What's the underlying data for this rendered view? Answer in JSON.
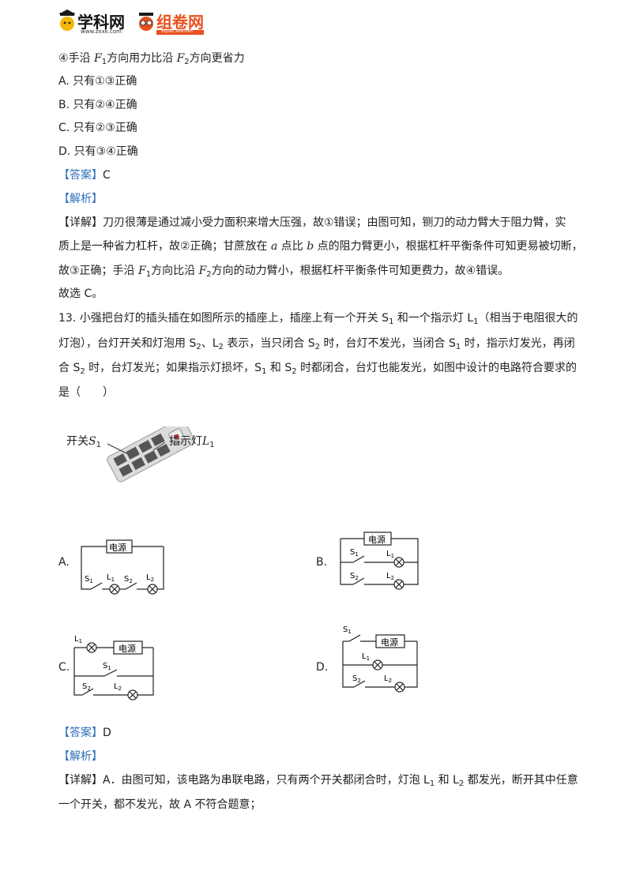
{
  "header": {
    "logo1_name": "学科网",
    "logo1_url": "www.zxxk.com",
    "logo2_name": "组卷网",
    "logo2_url": "zujuan.xkw.com"
  },
  "q12_tail": {
    "statement4": [
      "④手沿 ",
      "F",
      "1",
      "方向用力比沿 ",
      "F",
      "2",
      "方向更省力"
    ],
    "options": [
      "A. 只有①③正确",
      "B. 只有②④正确",
      "C. 只有②③正确",
      "D. 只有③④正确"
    ],
    "answer_label": "【答案】",
    "answer_value": "C",
    "analysis_label": "【解析】",
    "detail_label": "【详解】",
    "detail_line1_a": "刀刃很薄是通过减小受力面积来增大压强，故①错误；由图可知，铡刀的动力臂大于阻力臂，实",
    "detail_line2_a": "质上是一种省力杠杆，故②正确；甘蔗放在 ",
    "detail_line2_a_var": "a",
    "detail_line2_b": " 点比 ",
    "detail_line2_b_var": "b",
    "detail_line2_c": " 点的阻力臂更小，根据杠杆平衡条件可知更易被切断，",
    "detail_line3_a": "故③正确；手沿 ",
    "detail_line3_F": "F",
    "detail_line3_1": "1",
    "detail_line3_b": "方向比沿 ",
    "detail_line3_2": "2",
    "detail_line3_c": "方向的动力臂小，根据杠杆平衡条件可知更费力，故④错误。",
    "conclusion": "故选 C。"
  },
  "q13": {
    "line1_a": "13. 小强把台灯的插头插在如图所示的插座上，插座上有一个开关 S",
    "line1_sub1": "1",
    "line1_b": " 和一个指示灯 L",
    "line1_sub2": "1",
    "line1_c": "（相当于电阻很大的",
    "line2_a": "灯泡），台灯开关和灯泡用 S",
    "line2_sub1": "2",
    "line2_b": "、L",
    "line2_sub2": "2",
    "line2_c": " 表示，当只闭合 S",
    "line2_sub3": "2",
    "line2_d": " 时，台灯不发光，当闭合 S",
    "line2_sub4": "1",
    "line2_e": " 时，指示灯发光，再闭",
    "line3_a": "合 S",
    "line3_sub1": "2",
    "line3_b": " 时，台灯发光；如果指示灯损坏，S",
    "line3_sub2": "1",
    "line3_c": " 和 S",
    "line3_sub3": "2",
    "line3_d": " 时都闭合，台灯也能发光，如图中设计的电路符合要求的",
    "line4": "是（　　）",
    "figure_labels": {
      "switch": "开关",
      "switch_var": "S",
      "switch_sub": "1",
      "indicator": "指示灯",
      "indicator_var": "L",
      "indicator_sub": "1"
    },
    "circuits": {
      "source_label": "电源",
      "A": {
        "letter": "A."
      },
      "B": {
        "letter": "B."
      },
      "C": {
        "letter": "C."
      },
      "D": {
        "letter": "D."
      },
      "S": "S",
      "L": "L",
      "one": "1",
      "two": "2"
    },
    "answer_label": "【答案】",
    "answer_value": "D",
    "analysis_label": "【解析】",
    "detail_label": "【详解】",
    "detail_line1_a": "A．由图可知，该电路为串联电路，只有两个开关都闭合时，灯泡 L",
    "detail_line1_sub1": "1",
    "detail_line1_b": " 和 L",
    "detail_line1_sub2": "2",
    "detail_line1_c": " 都发光，断开其中任意",
    "detail_line2": "一个开关，都不发光，故 A 不符合题意；"
  }
}
